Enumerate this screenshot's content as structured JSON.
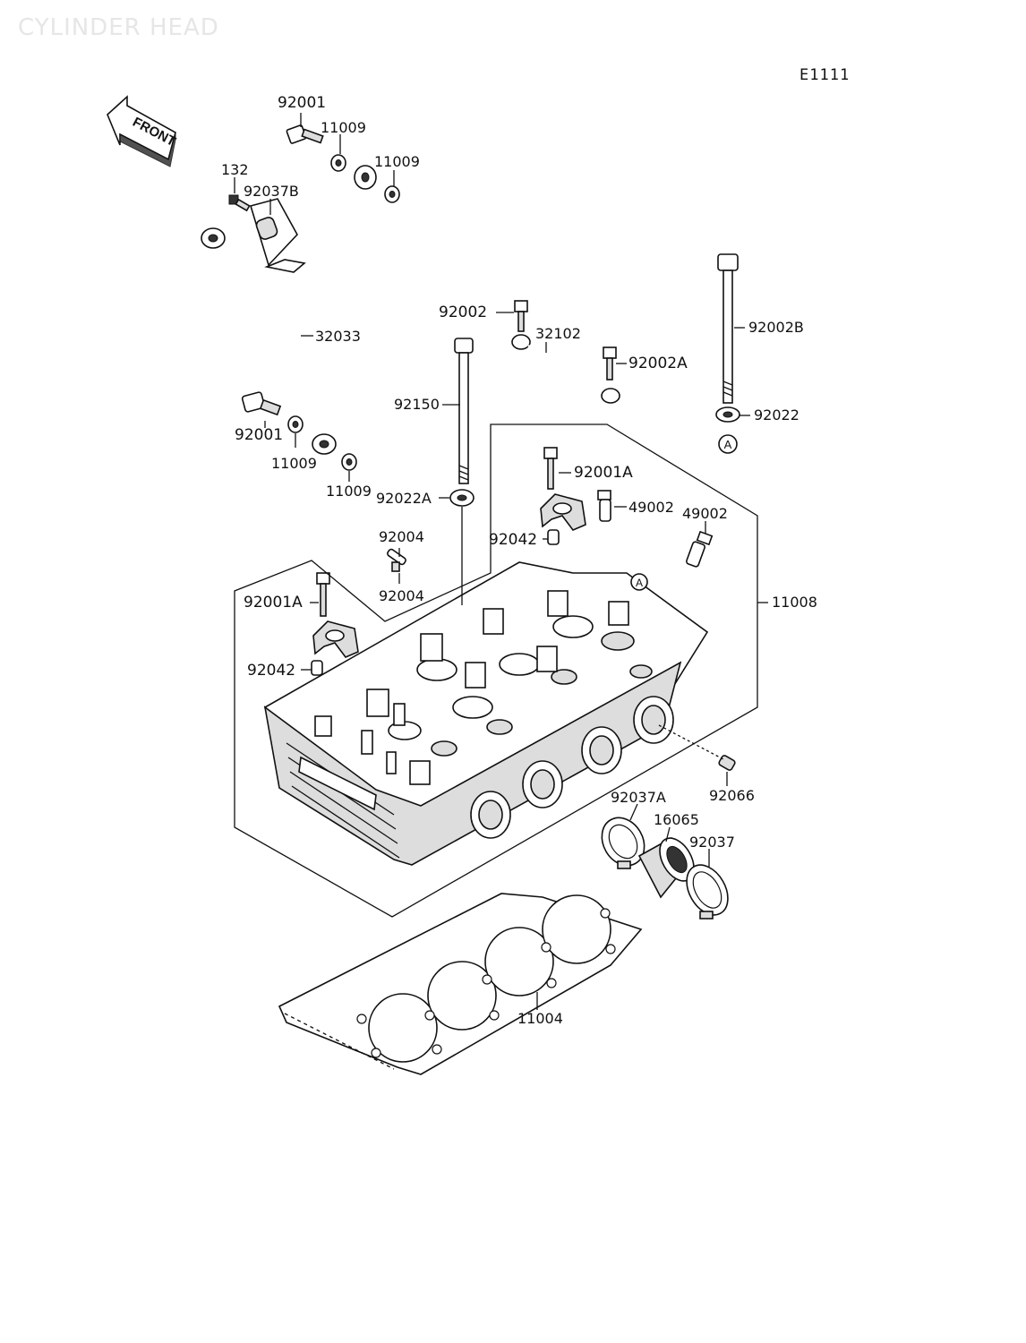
{
  "watermark": "CYLINDER HEAD",
  "diagram_code": "E1111",
  "front_label": "FRONT",
  "ref_mark": "A",
  "labels": {
    "p92001_top": "92001",
    "p11009_a": "11009",
    "p11009_b": "11009",
    "p132": "132",
    "p92037B": "92037B",
    "p32033": "32033",
    "p92001_left": "92001",
    "p11009_c": "11009",
    "p11009_d": "11009",
    "p92002": "92002",
    "p32102": "32102",
    "p92002A": "92002A",
    "p92150": "92150",
    "p92002B": "92002B",
    "p92022": "92022",
    "p92022A": "92022A",
    "p92001A_r": "92001A",
    "p49002_a": "49002",
    "p49002_b": "49002",
    "p92004_a": "92004",
    "p92004_b": "92004",
    "p92042_a": "92042",
    "p92001A_l": "92001A",
    "p92042_b": "92042",
    "p11008": "11008",
    "p92066": "92066",
    "p92037A": "92037A",
    "p16065": "16065",
    "p92037": "92037",
    "p11004": "11004"
  }
}
